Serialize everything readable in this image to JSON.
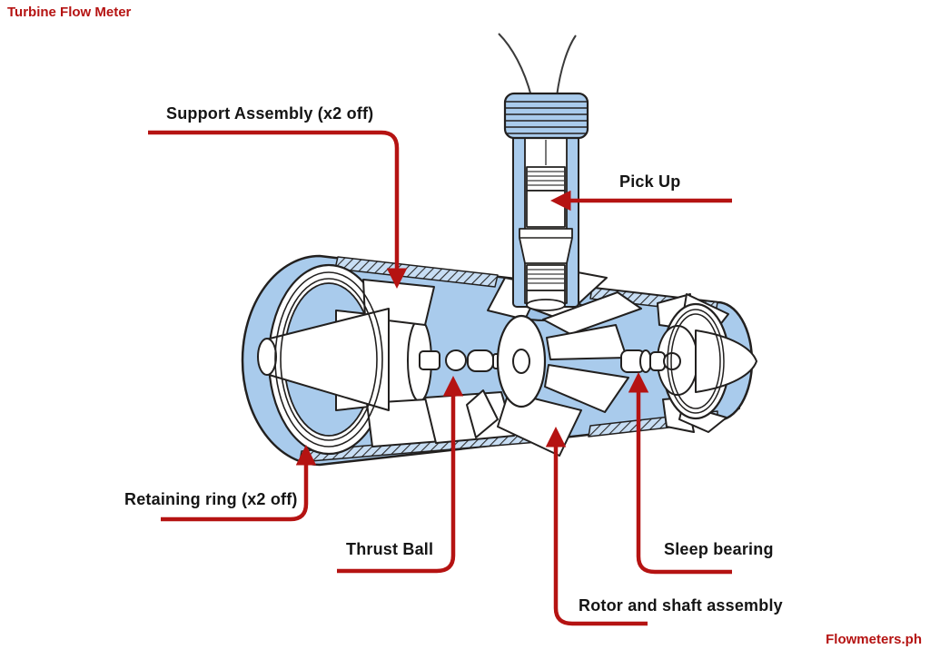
{
  "page": {
    "title": "Turbine Flow Meter",
    "watermark": "Flowmeters.ph"
  },
  "diagram": {
    "subject": "Turbine flow meter cutaway illustration",
    "labels": [
      {
        "id": "support-assembly",
        "text": "Support Assembly (x2 off)"
      },
      {
        "id": "pick-up",
        "text": "Pick Up"
      },
      {
        "id": "retaining-ring",
        "text": "Retaining ring (x2 off)"
      },
      {
        "id": "thrust-ball",
        "text": "Thrust Ball"
      },
      {
        "id": "sleep-bearing",
        "text": "Sleep bearing"
      },
      {
        "id": "rotor-shaft-assembly",
        "text": "Rotor and shaft assembly"
      }
    ],
    "colors": {
      "accent_red": "#b51312",
      "body_blue": "#a9cbec",
      "outline": "#22201f",
      "label_text": "#151515",
      "background": "#ffffff"
    }
  }
}
